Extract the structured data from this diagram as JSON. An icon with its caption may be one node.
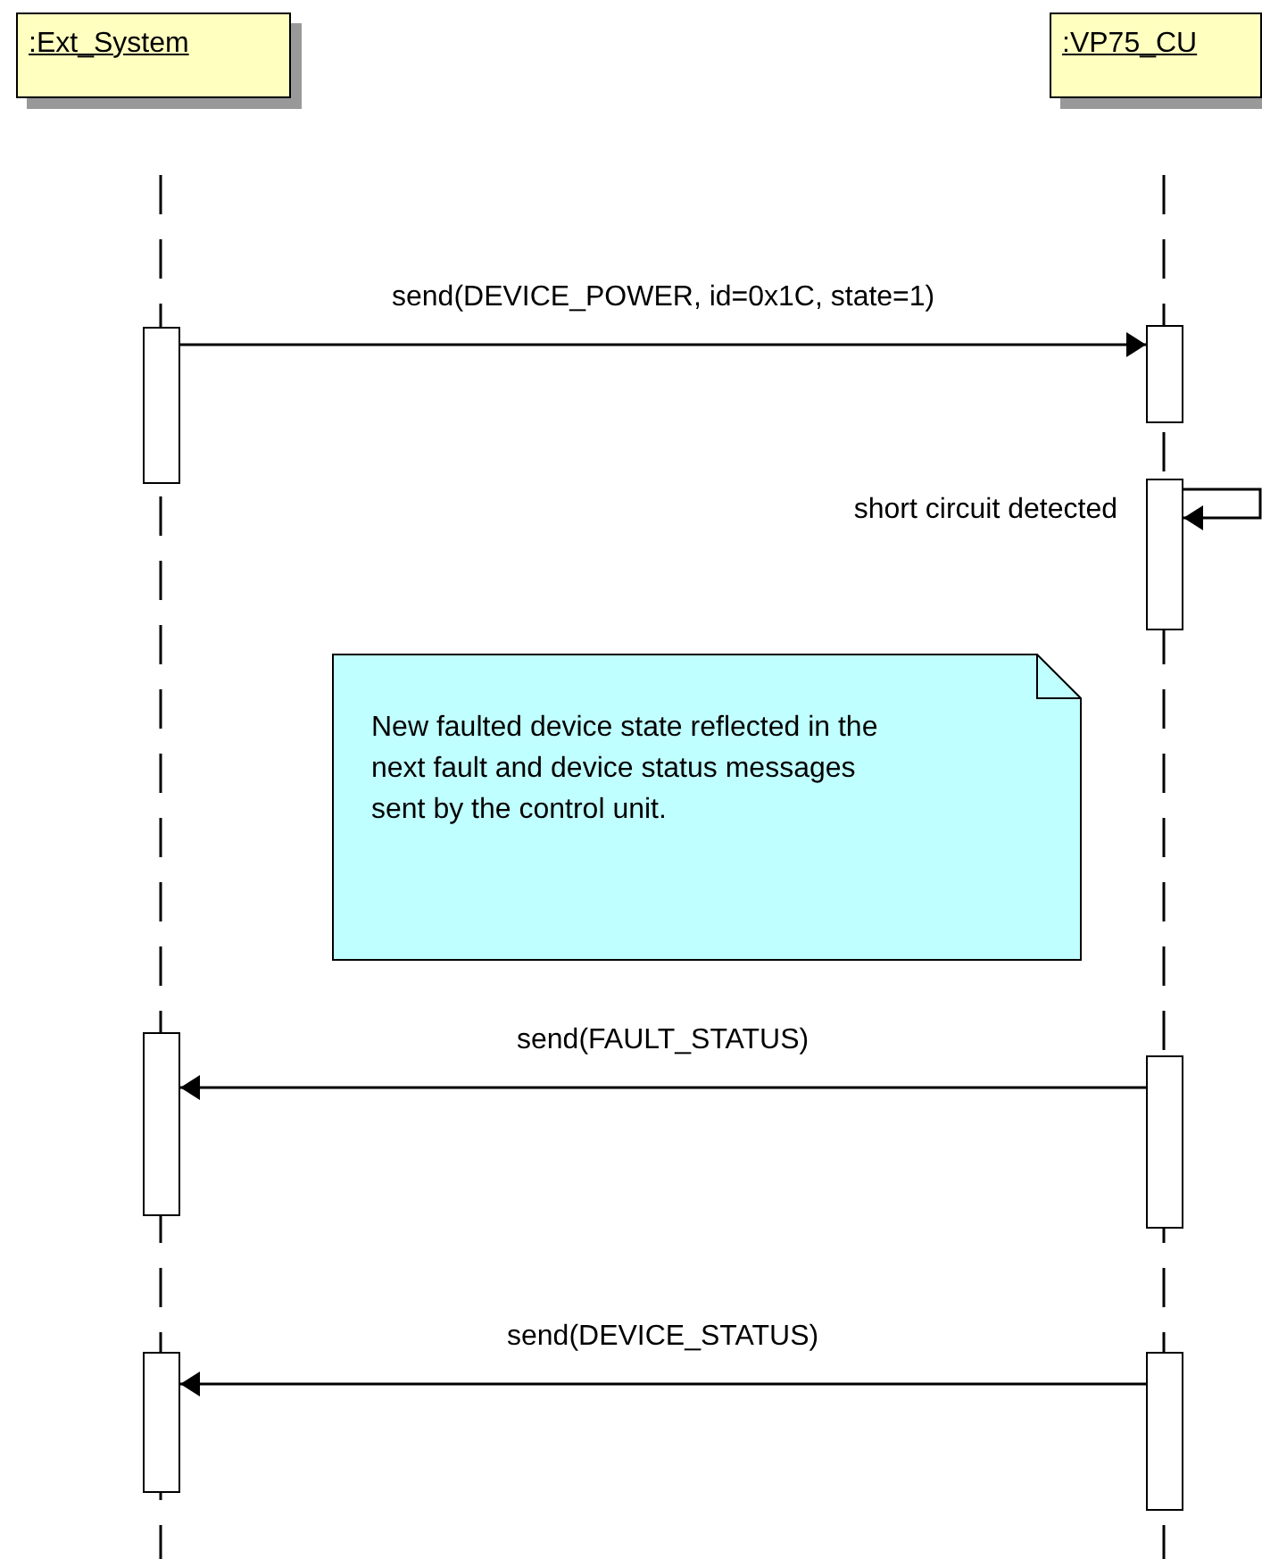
{
  "diagram": {
    "nodes": [
      {
        "text": [
          ":Ext_System"
        ]
      },
      {
        "text": [
          ":VP75_CU"
        ]
      },
      {
        "text": [],
        "shape": "bar"
      },
      {
        "text": [],
        "shape": "bar"
      },
      {
        "text": [],
        "shape": "bar"
      },
      {
        "text": [],
        "shape": "bar"
      },
      {
        "text": [],
        "shape": "bar"
      },
      {
        "text": [],
        "shape": "bar"
      },
      {
        "text": [],
        "shape": "bar"
      },
      {
        "text": [
          "New faulted device state reflected in the next fault and device status messages sent by the control unit."
        ]
      }
    ],
    "edges": [
      {
        "from": 2,
        "to": 5,
        "arrow": "to",
        "label": "send(DEVICE_POWER, id=0x1C, state=1)"
      },
      {
        "from": null,
        "to": 6,
        "arrow": "to",
        "label": "short circuit detected"
      },
      {
        "from": 7,
        "to": 3,
        "arrow": "to",
        "label": "send(FAULT_STATUS)"
      },
      {
        "from": 8,
        "to": 4,
        "arrow": "to",
        "label": "send(DEVICE_STATUS)"
      }
    ]
  }
}
